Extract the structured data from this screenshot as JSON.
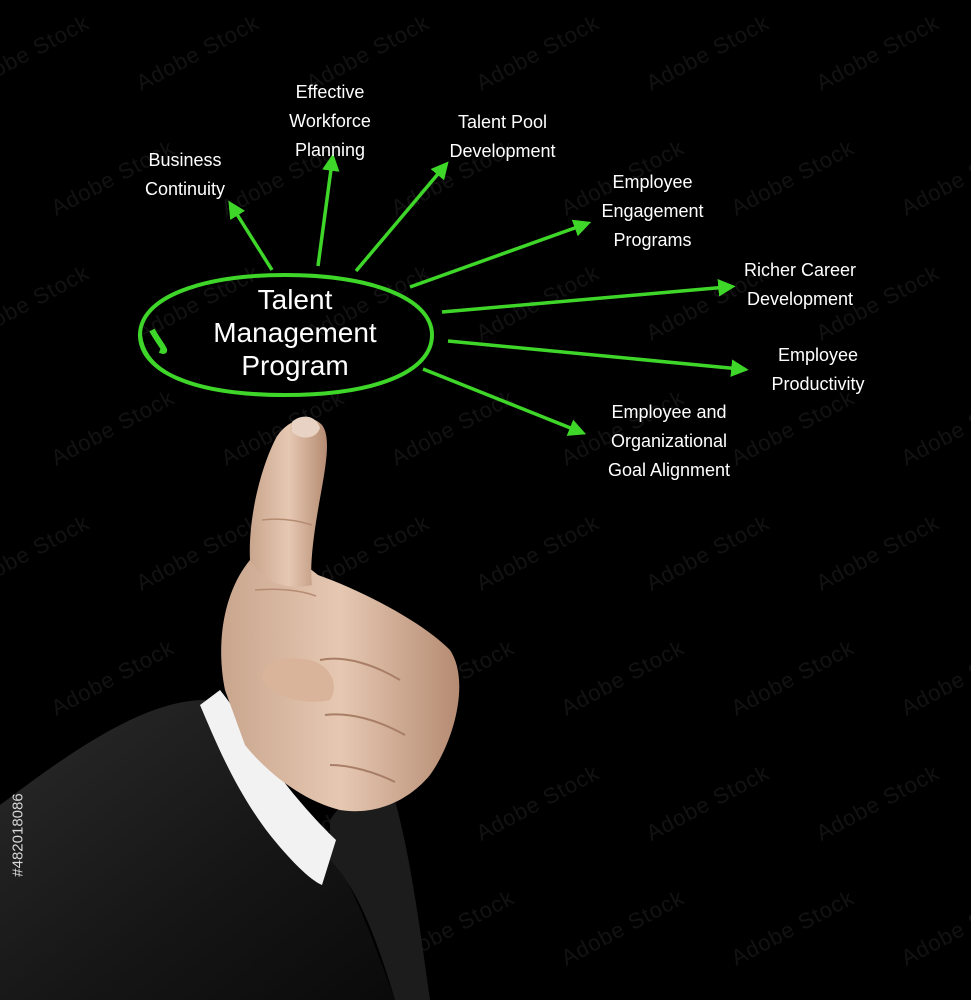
{
  "diagram": {
    "center_label_lines": [
      "Talent",
      "Management",
      "Program"
    ],
    "accent_color": "#3fd62a",
    "text_color": "#ffffff",
    "background_color": "#000000",
    "outcomes": [
      {
        "id": "business-continuity",
        "lines": [
          "Business",
          "Continuity"
        ]
      },
      {
        "id": "effective-workforce-planning",
        "lines": [
          "Effective",
          "Workforce",
          "Planning"
        ]
      },
      {
        "id": "talent-pool-development",
        "lines": [
          "Talent Pool",
          "Development"
        ]
      },
      {
        "id": "employee-engagement-programs",
        "lines": [
          "Employee",
          "Engagement",
          "Programs"
        ]
      },
      {
        "id": "richer-career-development",
        "lines": [
          "Richer Career",
          "Development"
        ]
      },
      {
        "id": "employee-productivity",
        "lines": [
          "Employee",
          "Productivity"
        ]
      },
      {
        "id": "goal-alignment",
        "lines": [
          "Employee and",
          "Organizational",
          "Goal Alignment"
        ]
      }
    ]
  },
  "watermark": {
    "text": "Adobe Stock",
    "stock_id": "#482018086"
  }
}
